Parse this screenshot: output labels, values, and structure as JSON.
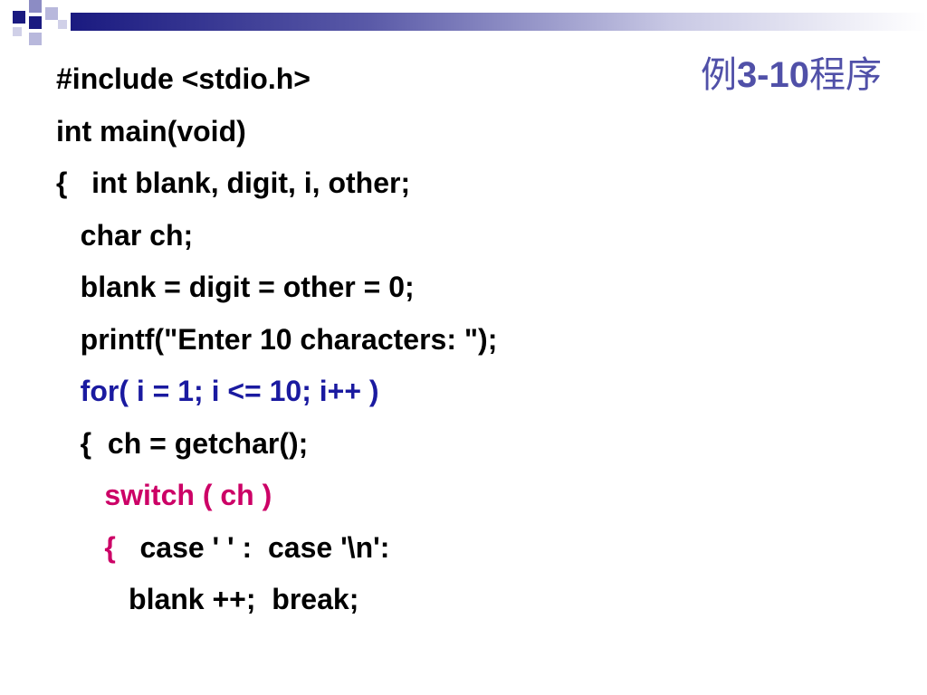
{
  "slide": {
    "title_prefix": "例",
    "title_number": "3-10",
    "title_suffix": "程序"
  },
  "code": {
    "line_1": "#include <stdio.h>",
    "line_2": "int main(void)",
    "line_3": "{   int blank, digit, i, other;",
    "line_4": "   char ch;",
    "line_5": "   blank = digit = other = 0;",
    "line_6": "   printf(\"Enter 10 characters: \");",
    "line_7": "   for( i = 1; i <= 10; i++ )",
    "line_8": "   {  ch = getchar();",
    "line_9": "      switch ( ch )",
    "line_10_brace": "      {",
    "line_10_rest": "   case ' ' :  case '\\n':",
    "line_11": "         blank ++;  break;"
  },
  "colors": {
    "title": "#5050a8",
    "keyword_for": "#1a1aa0",
    "keyword_switch": "#cc0066",
    "header_bar_dark": "#1a1a80"
  }
}
